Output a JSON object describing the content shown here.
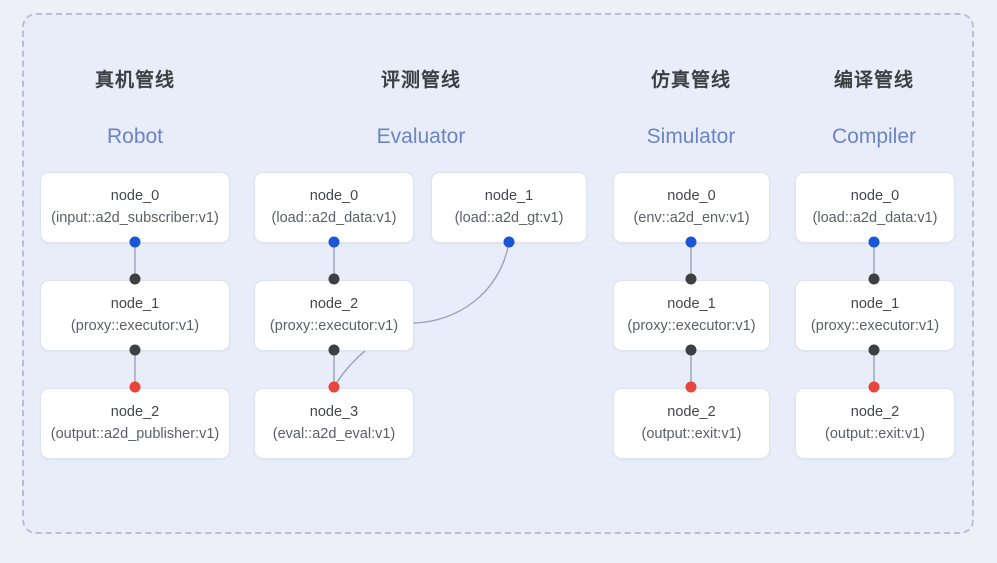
{
  "diagram": {
    "title_cn_set": [
      "真机管线",
      "评测管线",
      "仿真管线",
      "编译管线"
    ],
    "background_color": "#edf0f7",
    "panel_color": "#e8edf9",
    "panel_border_color": "#b9c0cf",
    "accent_blue": "#1a56d6",
    "accent_red": "#e8453c",
    "accent_black": "#3c4043",
    "header_en_color": "#6b84c4",
    "edge_color": "#9aa3b5"
  },
  "columns": [
    {
      "id": "robot",
      "title_cn": "真机管线",
      "title_en": "Robot",
      "nodes": [
        {
          "id": "robot-node-0",
          "name": "node_0",
          "spec": "(input::a2d_subscriber:v1)"
        },
        {
          "id": "robot-node-1",
          "name": "node_1",
          "spec": "(proxy::executor:v1)"
        },
        {
          "id": "robot-node-2",
          "name": "node_2",
          "spec": "(output::a2d_publisher:v1)"
        }
      ]
    },
    {
      "id": "evaluator",
      "title_cn": "评测管线",
      "title_en": "Evaluator",
      "nodes": [
        {
          "id": "eval-node-0",
          "name": "node_0",
          "spec": "(load::a2d_data:v1)"
        },
        {
          "id": "eval-node-1",
          "name": "node_1",
          "spec": "(load::a2d_gt:v1)"
        },
        {
          "id": "eval-node-2",
          "name": "node_2",
          "spec": "(proxy::executor:v1)"
        },
        {
          "id": "eval-node-3",
          "name": "node_3",
          "spec": "(eval::a2d_eval:v1)"
        }
      ]
    },
    {
      "id": "simulator",
      "title_cn": "仿真管线",
      "title_en": "Simulator",
      "nodes": [
        {
          "id": "sim-node-0",
          "name": "node_0",
          "spec": "(env::a2d_env:v1)"
        },
        {
          "id": "sim-node-1",
          "name": "node_1",
          "spec": "(proxy::executor:v1)"
        },
        {
          "id": "sim-node-2",
          "name": "node_2",
          "spec": "(output::exit:v1)"
        }
      ]
    },
    {
      "id": "compiler",
      "title_cn": "编译管线",
      "title_en": "Compiler",
      "nodes": [
        {
          "id": "comp-node-0",
          "name": "node_0",
          "spec": "(load::a2d_data:v1)"
        },
        {
          "id": "comp-node-1",
          "name": "node_1",
          "spec": "(proxy::executor:v1)"
        },
        {
          "id": "comp-node-2",
          "name": "node_2",
          "spec": "(output::exit:v1)"
        }
      ]
    }
  ]
}
